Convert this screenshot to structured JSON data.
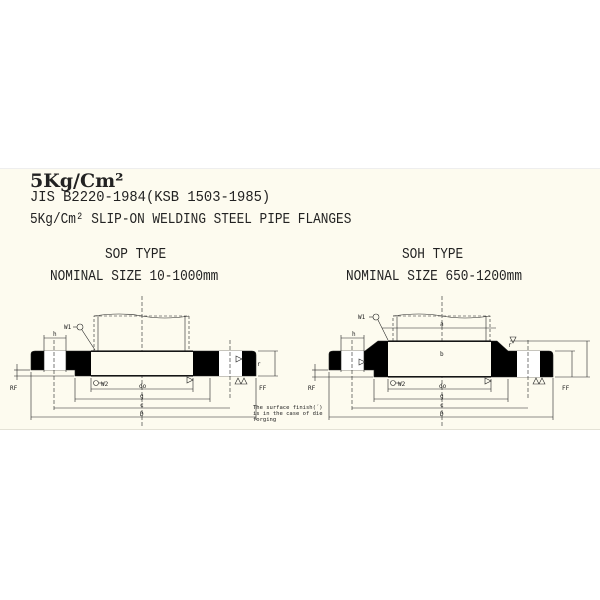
{
  "heading": "5Kg/Cm²",
  "standard": "JIS B2220-1984(KSB 1503-1985)",
  "subtitle": "5Kg/Cm² SLIP-ON WELDING STEEL PIPE FLANGES",
  "sop": {
    "type": "SOP TYPE",
    "size": "NOMINAL SIZE 10-1000mm"
  },
  "soh": {
    "type": "SOH TYPE",
    "size": "NOMINAL SIZE 650-1200mm"
  },
  "labels": {
    "h": "h",
    "w1": "W1",
    "w2": "W2",
    "do": "do",
    "g": "g",
    "c": "c",
    "D": "D",
    "rf": "RF",
    "ff": "FF",
    "r": "r",
    "a": "a",
    "b": "b",
    "t": "t"
  },
  "note": [
    "The surface finish(´)",
    "is in the case of die",
    "forging"
  ],
  "colors": {
    "background": "#fdfbef",
    "ink": "#111111"
  }
}
